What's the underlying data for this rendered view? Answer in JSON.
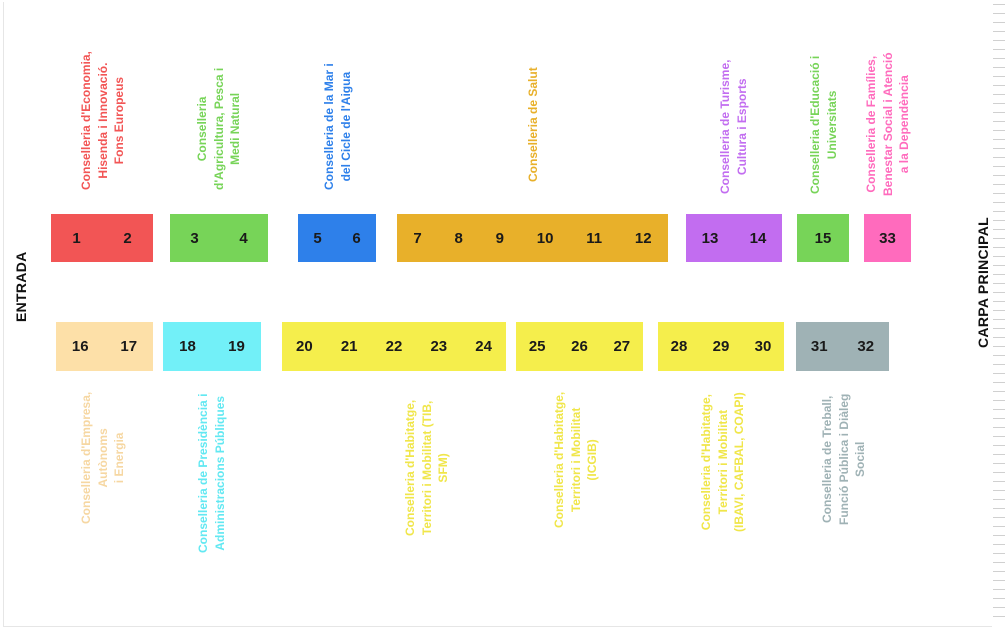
{
  "side_labels": {
    "entrance": "ENTRADA",
    "main_tent": "CARPA PRINCIPAL"
  },
  "colors": {
    "red": "#f25555",
    "green": "#77d458",
    "blue": "#2e80ea",
    "orange": "#e8b02a",
    "purple": "#c26df0",
    "pink": "#ff6bbd",
    "peach": "#fde0a8",
    "cyan": "#72f0f8",
    "yellow": "#f5ee4c",
    "slate": "#9fb2b5"
  },
  "top_row": [
    {
      "numbers": [
        "1",
        "2"
      ],
      "color": "#f25555",
      "text_color": "#f25555",
      "label": [
        "Conselleria d'Economia,",
        "Hisenda i Innovació.",
        "Fons Europeus"
      ]
    },
    {
      "numbers": [
        "3",
        "4"
      ],
      "color": "#77d458",
      "text_color": "#77d458",
      "label": [
        "Conselleria",
        "d'Agricultura, Pesca i",
        "Medi Natural"
      ]
    },
    {
      "numbers": [
        "5",
        "6"
      ],
      "color": "#2e80ea",
      "text_color": "#2e80ea",
      "label": [
        "Conselleria de la Mar i",
        "del Cicle de l'Aigua"
      ]
    },
    {
      "numbers": [
        "7",
        "8",
        "9",
        "10",
        "11",
        "12"
      ],
      "color": "#e8b02a",
      "text_color": "#e8b02a",
      "label": [
        "Conselleria de Salut"
      ]
    },
    {
      "numbers": [
        "13",
        "14"
      ],
      "color": "#c26df0",
      "text_color": "#c26df0",
      "label": [
        "Conselleria de Turisme,",
        "Cultura i Esports"
      ]
    },
    {
      "numbers": [
        "15"
      ],
      "color": "#77d458",
      "text_color": "#77d458",
      "label": [
        "Conselleria d'Educació i",
        "Universitats"
      ]
    },
    {
      "numbers": [
        "33"
      ],
      "color": "#ff6bbd",
      "text_color": "#ff6bbd",
      "label": [
        "Conselleria de Famílies,",
        "Benestar Social i Atenció",
        "a la Dependència"
      ]
    }
  ],
  "bottom_row": [
    {
      "numbers": [
        "16",
        "17"
      ],
      "color": "#fde0a8",
      "text_color": "#f6d7a2",
      "label": [
        "Conselleria d'Empresa,",
        "Autònoms",
        "i Energia"
      ]
    },
    {
      "numbers": [
        "18",
        "19"
      ],
      "color": "#72f0f8",
      "text_color": "#62e8f2",
      "label": [
        "Conselleria de Presidència i",
        "Administracions Públiques"
      ]
    },
    {
      "numbers": [
        "20",
        "21",
        "22",
        "23",
        "24"
      ],
      "color": "#f5ee4c",
      "text_color": "#f0e64a",
      "label": [
        "Conselleria d'Habitatge,",
        "Territori i Mobilitat (TIB,",
        "SFM)"
      ]
    },
    {
      "numbers": [
        "25",
        "26",
        "27"
      ],
      "color": "#f5ee4c",
      "text_color": "#f0e64a",
      "label": [
        "Conselleria d'Habitatge,",
        "Territori i Mobilitat",
        "(ICGIB)"
      ]
    },
    {
      "numbers": [
        "28",
        "29",
        "30"
      ],
      "color": "#f5ee4c",
      "text_color": "#f0e64a",
      "label": [
        "Conselleria d'Habitatge,",
        "Territori i Mobilitat",
        "(IBAVI, CAFBAL, COAPI)"
      ]
    },
    {
      "numbers": [
        "31",
        "32"
      ],
      "color": "#9fb2b5",
      "text_color": "#9fb2b5",
      "label": [
        "Conselleria de Treball,",
        "Funció Pública i Diàleg",
        "Social"
      ]
    }
  ]
}
